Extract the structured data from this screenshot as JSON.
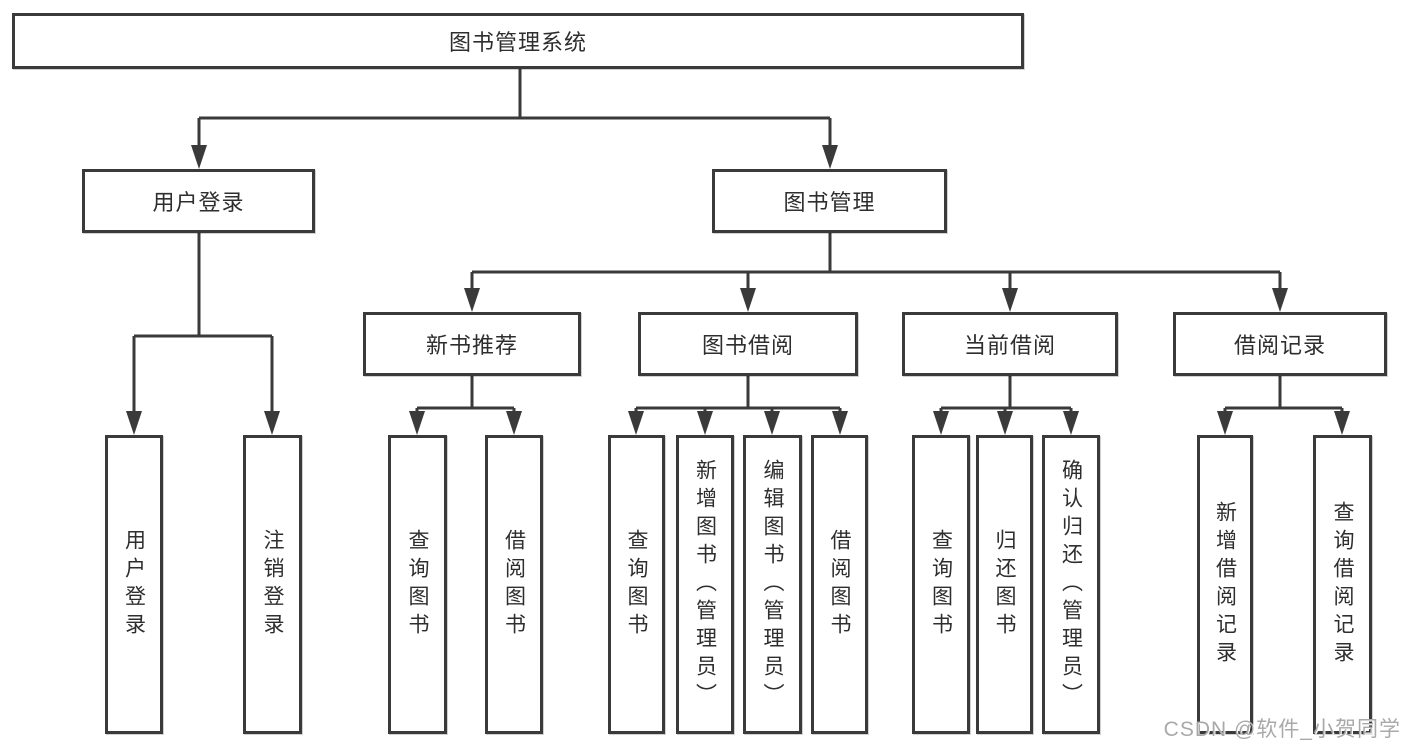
{
  "diagram_title": "图书管理系统",
  "tree": {
    "root": {
      "label": "图书管理系统",
      "children": [
        {
          "label": "用户登录",
          "children": [
            {
              "label": "用户登录"
            },
            {
              "label": "注销登录"
            }
          ]
        },
        {
          "label": "图书管理",
          "children": [
            {
              "label": "新书推荐",
              "children": [
                {
                  "label": "查询图书"
                },
                {
                  "label": "借阅图书"
                }
              ]
            },
            {
              "label": "图书借阅",
              "children": [
                {
                  "label": "查询图书"
                },
                {
                  "label": "新增图书（管理员）"
                },
                {
                  "label": "编辑图书（管理员）"
                },
                {
                  "label": "借阅图书"
                }
              ]
            },
            {
              "label": "当前借阅",
              "children": [
                {
                  "label": "查询图书"
                },
                {
                  "label": "归还图书"
                },
                {
                  "label": "确认归还（管理员）"
                }
              ]
            },
            {
              "label": "借阅记录",
              "children": [
                {
                  "label": "新增借阅记录"
                },
                {
                  "label": "查询借阅记录"
                }
              ]
            }
          ]
        }
      ]
    }
  },
  "watermark": {
    "text": "CSDN @软件_小贺同学"
  },
  "colors": {
    "background": "#ffffff",
    "line": "#3a3a3a",
    "box_border": "#3a3a3a",
    "text": "#2e2e2e",
    "watermark": "#a9a9a9"
  }
}
